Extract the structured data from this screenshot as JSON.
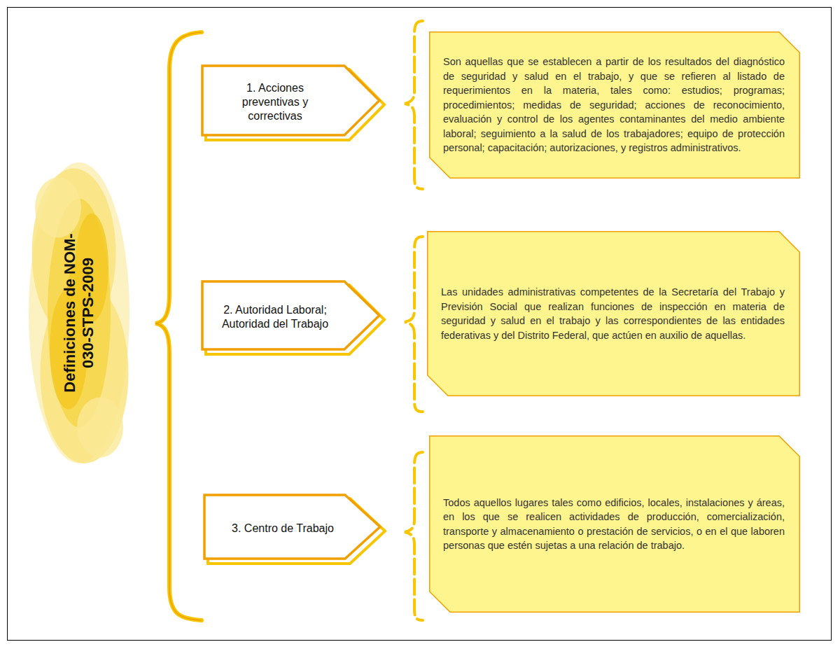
{
  "diagram": {
    "nodes": [
      {
        "text": [
          "Definiciones de NOM-030-STPS-2009"
        ]
      },
      {
        "text": [
          "1. Acciones preventivas y correctivas"
        ]
      },
      {
        "text": [
          "2. Autoridad Laboral; Autoridad del Trabajo"
        ]
      },
      {
        "text": [
          "3. Centro de Trabajo"
        ]
      },
      {
        "text": [
          "Son aquellas que se establecen a partir de los resultados del diagnóstico de seguridad y salud en el trabajo, y que se refieren al listado de requerimientos en la materia, tales como: estudios; programas; procedimientos; medidas de seguridad; acciones de reconocimiento, evaluación y control de los agentes contaminantes del medio ambiente laboral; seguimiento a la salud de los trabajadores; equipo de protección personal; capacitación; autorizaciones, y registros administrativos."
        ]
      },
      {
        "text": [
          "Las unidades administrativas competentes de la Secretaría del Trabajo y Previsión Social que realizan funciones de inspección en materia de seguridad y salud en el trabajo y las correspondientes de las entidades federativas y del Distrito Federal, que actúen en auxilio de aquellas."
        ]
      },
      {
        "text": [
          "Todos aquellos lugares tales como edificios, locales, instalaciones y áreas, en los que se realicen actividades de producción, comercialización, transporte y almacenamiento o prestación de servicios, o en el que laboren personas que estén sujetas a una relación de trabajo."
        ]
      }
    ]
  }
}
